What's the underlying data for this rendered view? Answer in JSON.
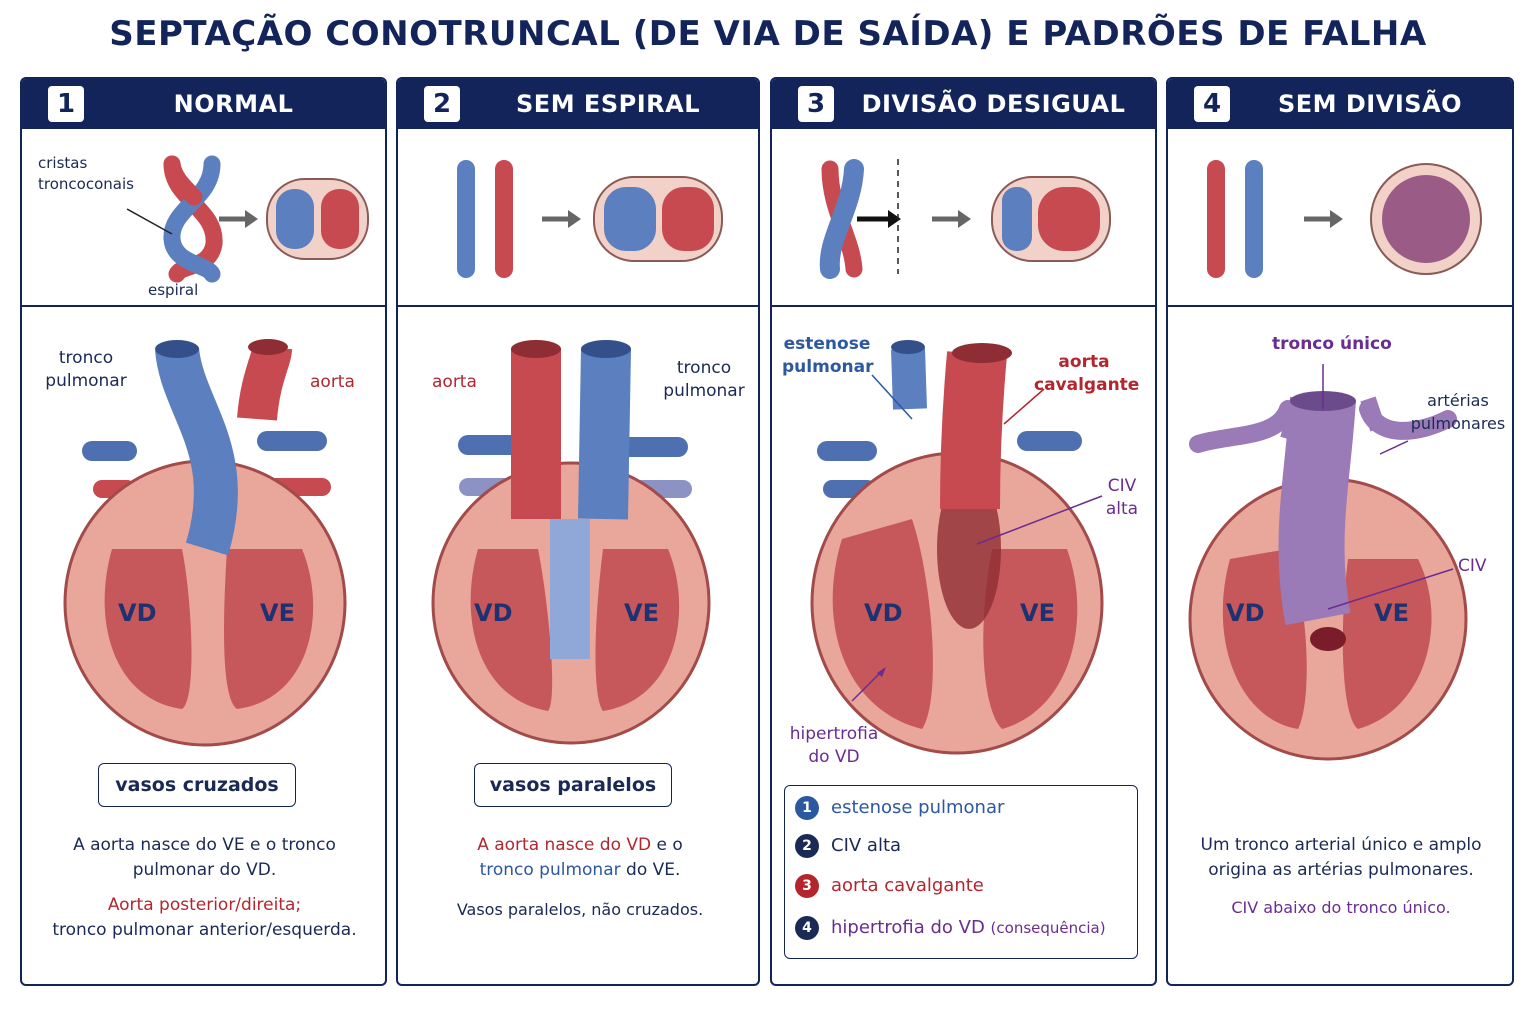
{
  "title": "SEPTAÇÃO CONOTRUNCAL (DE VIA DE SAÍDA) E PADRÕES DE FALHA",
  "colors": {
    "navy": "#13245a",
    "red_vessel": "#c74a50",
    "blue_vessel": "#5b7fbf",
    "purple_vessel": "#9b7ab8",
    "myocardium": "#c95a5e"
  },
  "panels": [
    {
      "number": "1",
      "title": "NORMAL",
      "labels": {
        "cristas": "cristas\ntroncoconais",
        "espiral": "espiral",
        "tronco": "tronco\npulmonar",
        "aorta": "aorta"
      },
      "ventricles": {
        "left": "VD",
        "right": "VE"
      },
      "pill": "vasos cruzados",
      "desc_line1": "A aorta nasce do VE e o tronco",
      "desc_line2": "pulmonar do VD.",
      "desc_red": "Aorta posterior/direita;",
      "desc_line3": "tronco pulmonar anterior/esquerda."
    },
    {
      "number": "2",
      "title": "SEM ESPIRAL",
      "labels": {
        "aorta": "aorta",
        "tronco": "tronco\npulmonar"
      },
      "ventricles": {
        "left": "VD",
        "right": "VE"
      },
      "pill": "vasos paralelos",
      "desc_red": "A aorta nasce do VD",
      "desc_mid": " e o",
      "desc_blue": "tronco pulmonar",
      "desc_end": " do VE.",
      "desc_line2": "Vasos paralelos, não cruzados."
    },
    {
      "number": "3",
      "title": "DIVISÃO DESIGUAL",
      "labels": {
        "estenose": "estenose\npulmonar",
        "aorta": "aorta\ncavalgante",
        "civ": "CIV\nalta",
        "hipertrofia": "hipertrofia\ndo VD"
      },
      "ventricles": {
        "left": "VD",
        "right": "VE"
      },
      "legend": [
        {
          "num": "1",
          "text": "estenose pulmonar",
          "sub": ""
        },
        {
          "num": "2",
          "text": "CIV alta",
          "sub": ""
        },
        {
          "num": "3",
          "text": "aorta cavalgante",
          "sub": ""
        },
        {
          "num": "4",
          "text": "hipertrofia do VD",
          "sub": "(consequência)"
        }
      ]
    },
    {
      "number": "4",
      "title": "SEM DIVISÃO",
      "labels": {
        "tronco": "tronco único",
        "arterias": "artérias\npulmonares",
        "civ": "CIV"
      },
      "ventricles": {
        "left": "VD",
        "right": "VE"
      },
      "desc_line1": "Um tronco arterial único e amplo",
      "desc_line2": "origina as artérias pulmonares.",
      "desc_purple": "CIV abaixo do tronco único."
    }
  ]
}
